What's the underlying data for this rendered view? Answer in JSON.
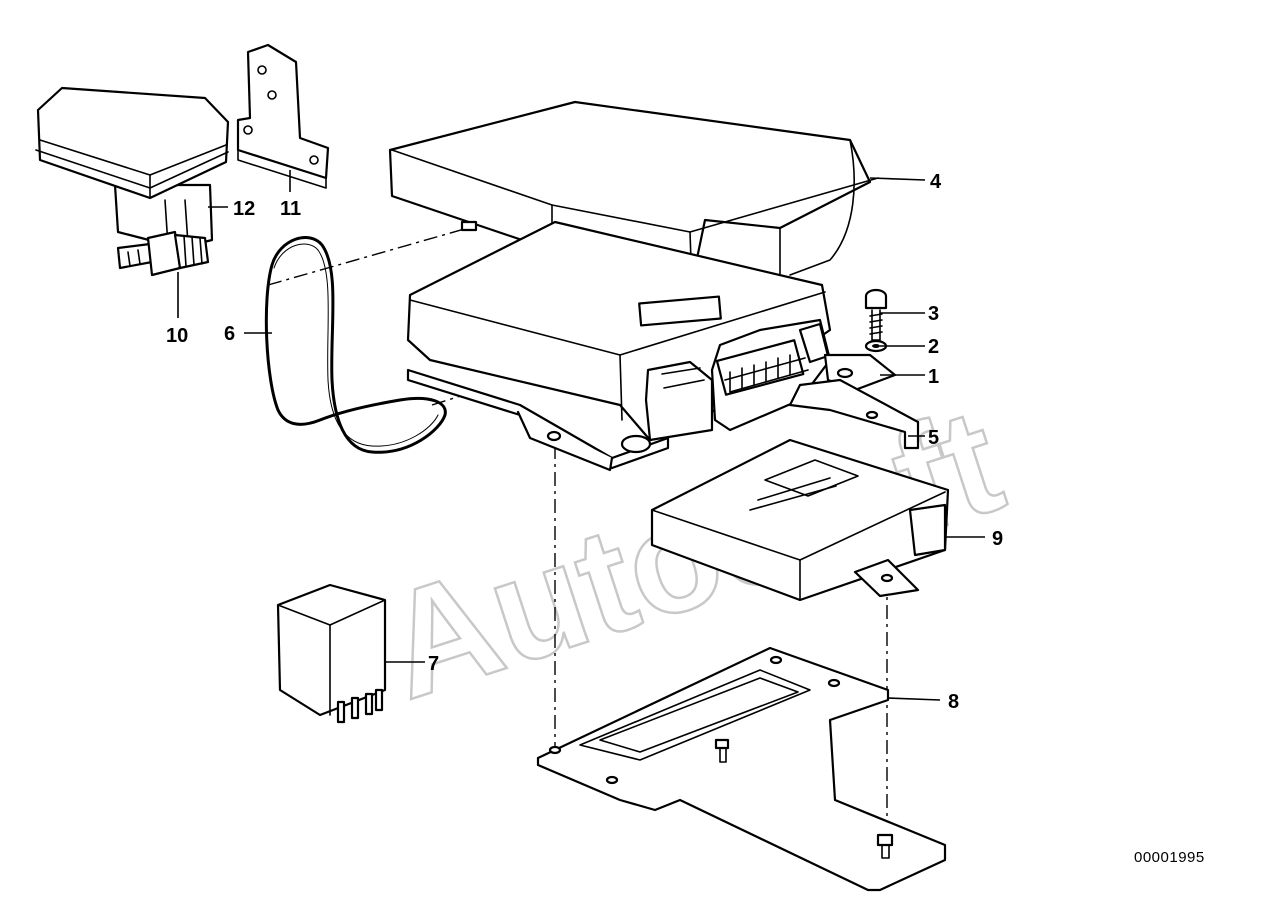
{
  "watermark": "AutoSoft",
  "diagram_id": "00001995",
  "callouts": {
    "c1": "1",
    "c2": "2",
    "c3": "3",
    "c4": "4",
    "c5": "5",
    "c6": "6",
    "c7": "7",
    "c8": "8",
    "c9": "9",
    "c10": "10",
    "c11": "11",
    "c12": "12"
  }
}
